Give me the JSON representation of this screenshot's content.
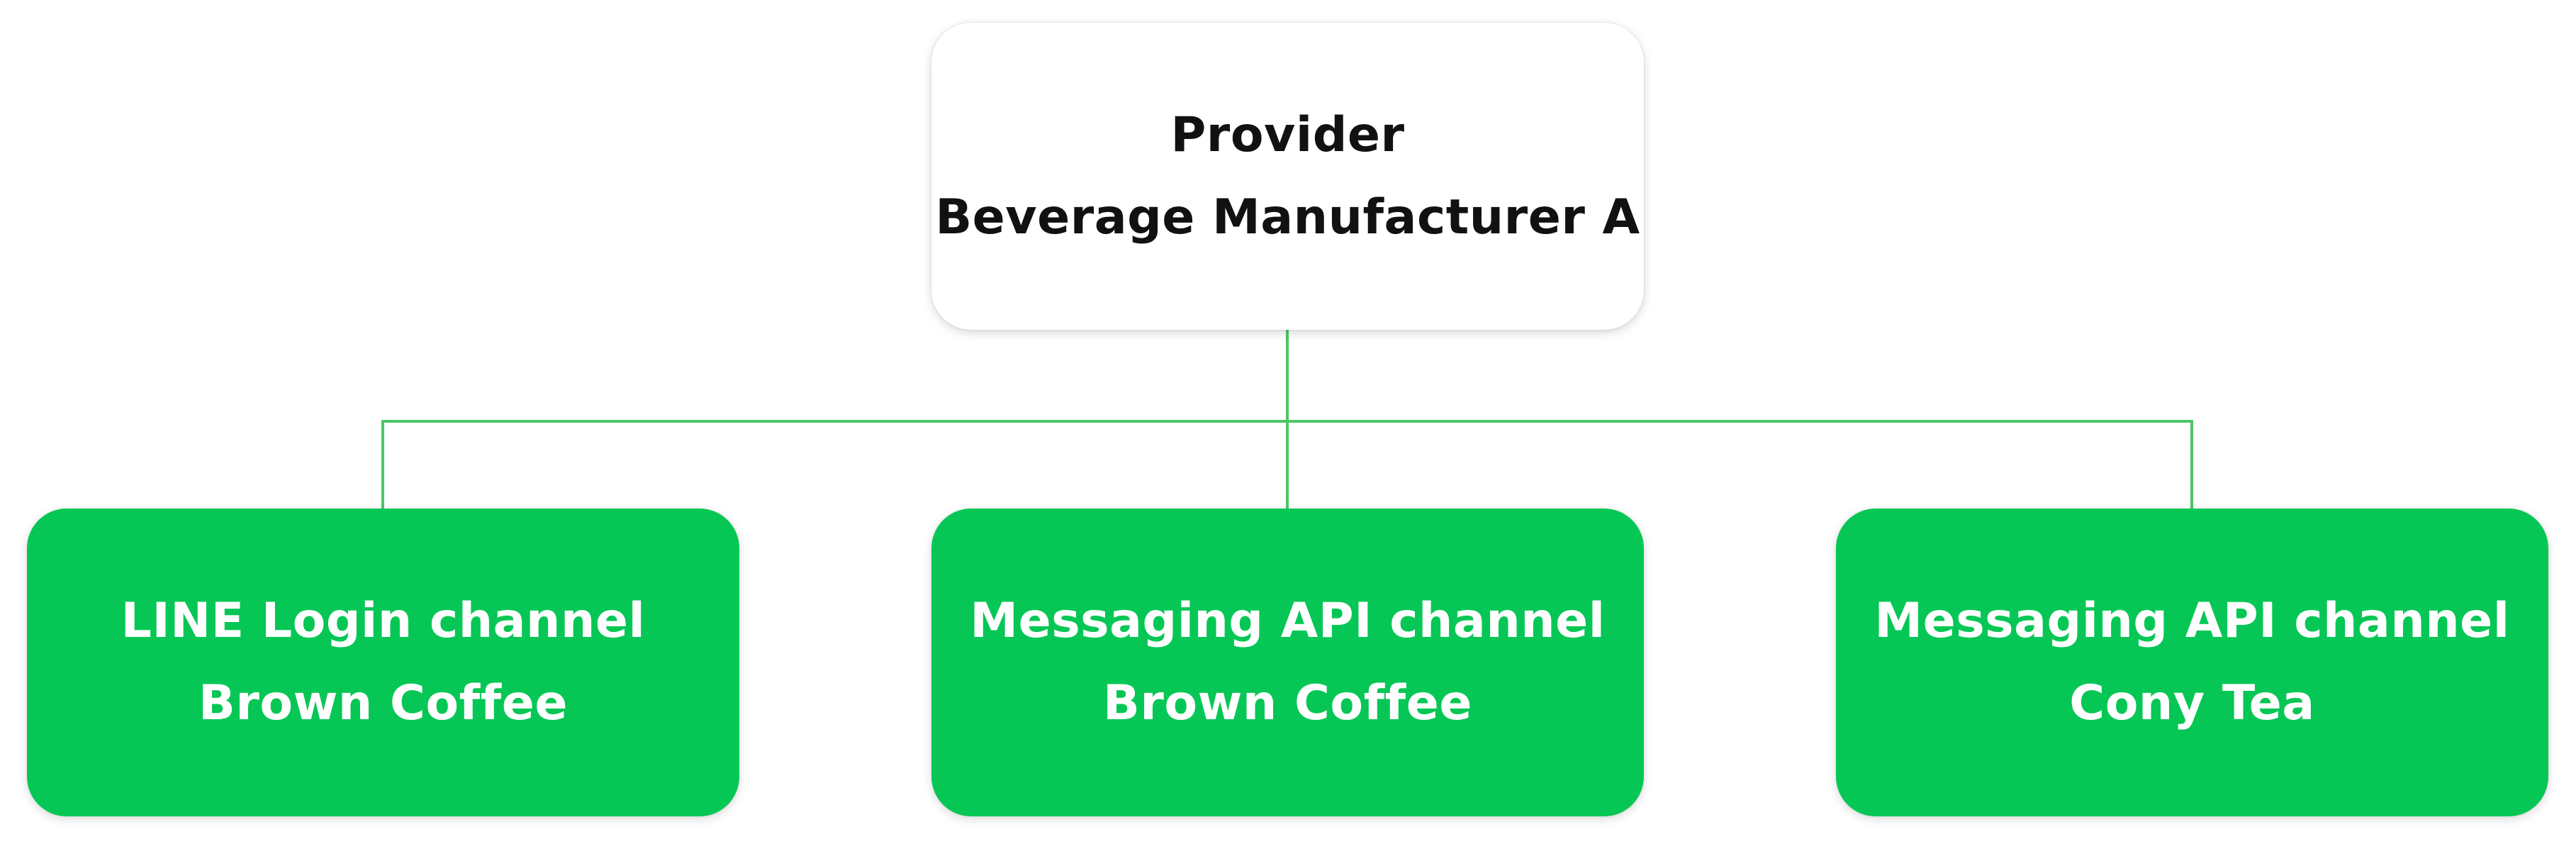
{
  "colors": {
    "accent": "#06C755",
    "connector": "#4CC765",
    "provider_bg": "#FFFFFF",
    "provider_text": "#111111",
    "channel_text": "#FFFFFF"
  },
  "provider": {
    "line1": "Provider",
    "line2": "Beverage Manufacturer A"
  },
  "channels": [
    {
      "line1": "LINE Login channel",
      "line2": "Brown Coffee"
    },
    {
      "line1": "Messaging API channel",
      "line2": "Brown Coffee"
    },
    {
      "line1": "Messaging API channel",
      "line2": "Cony Tea"
    }
  ]
}
